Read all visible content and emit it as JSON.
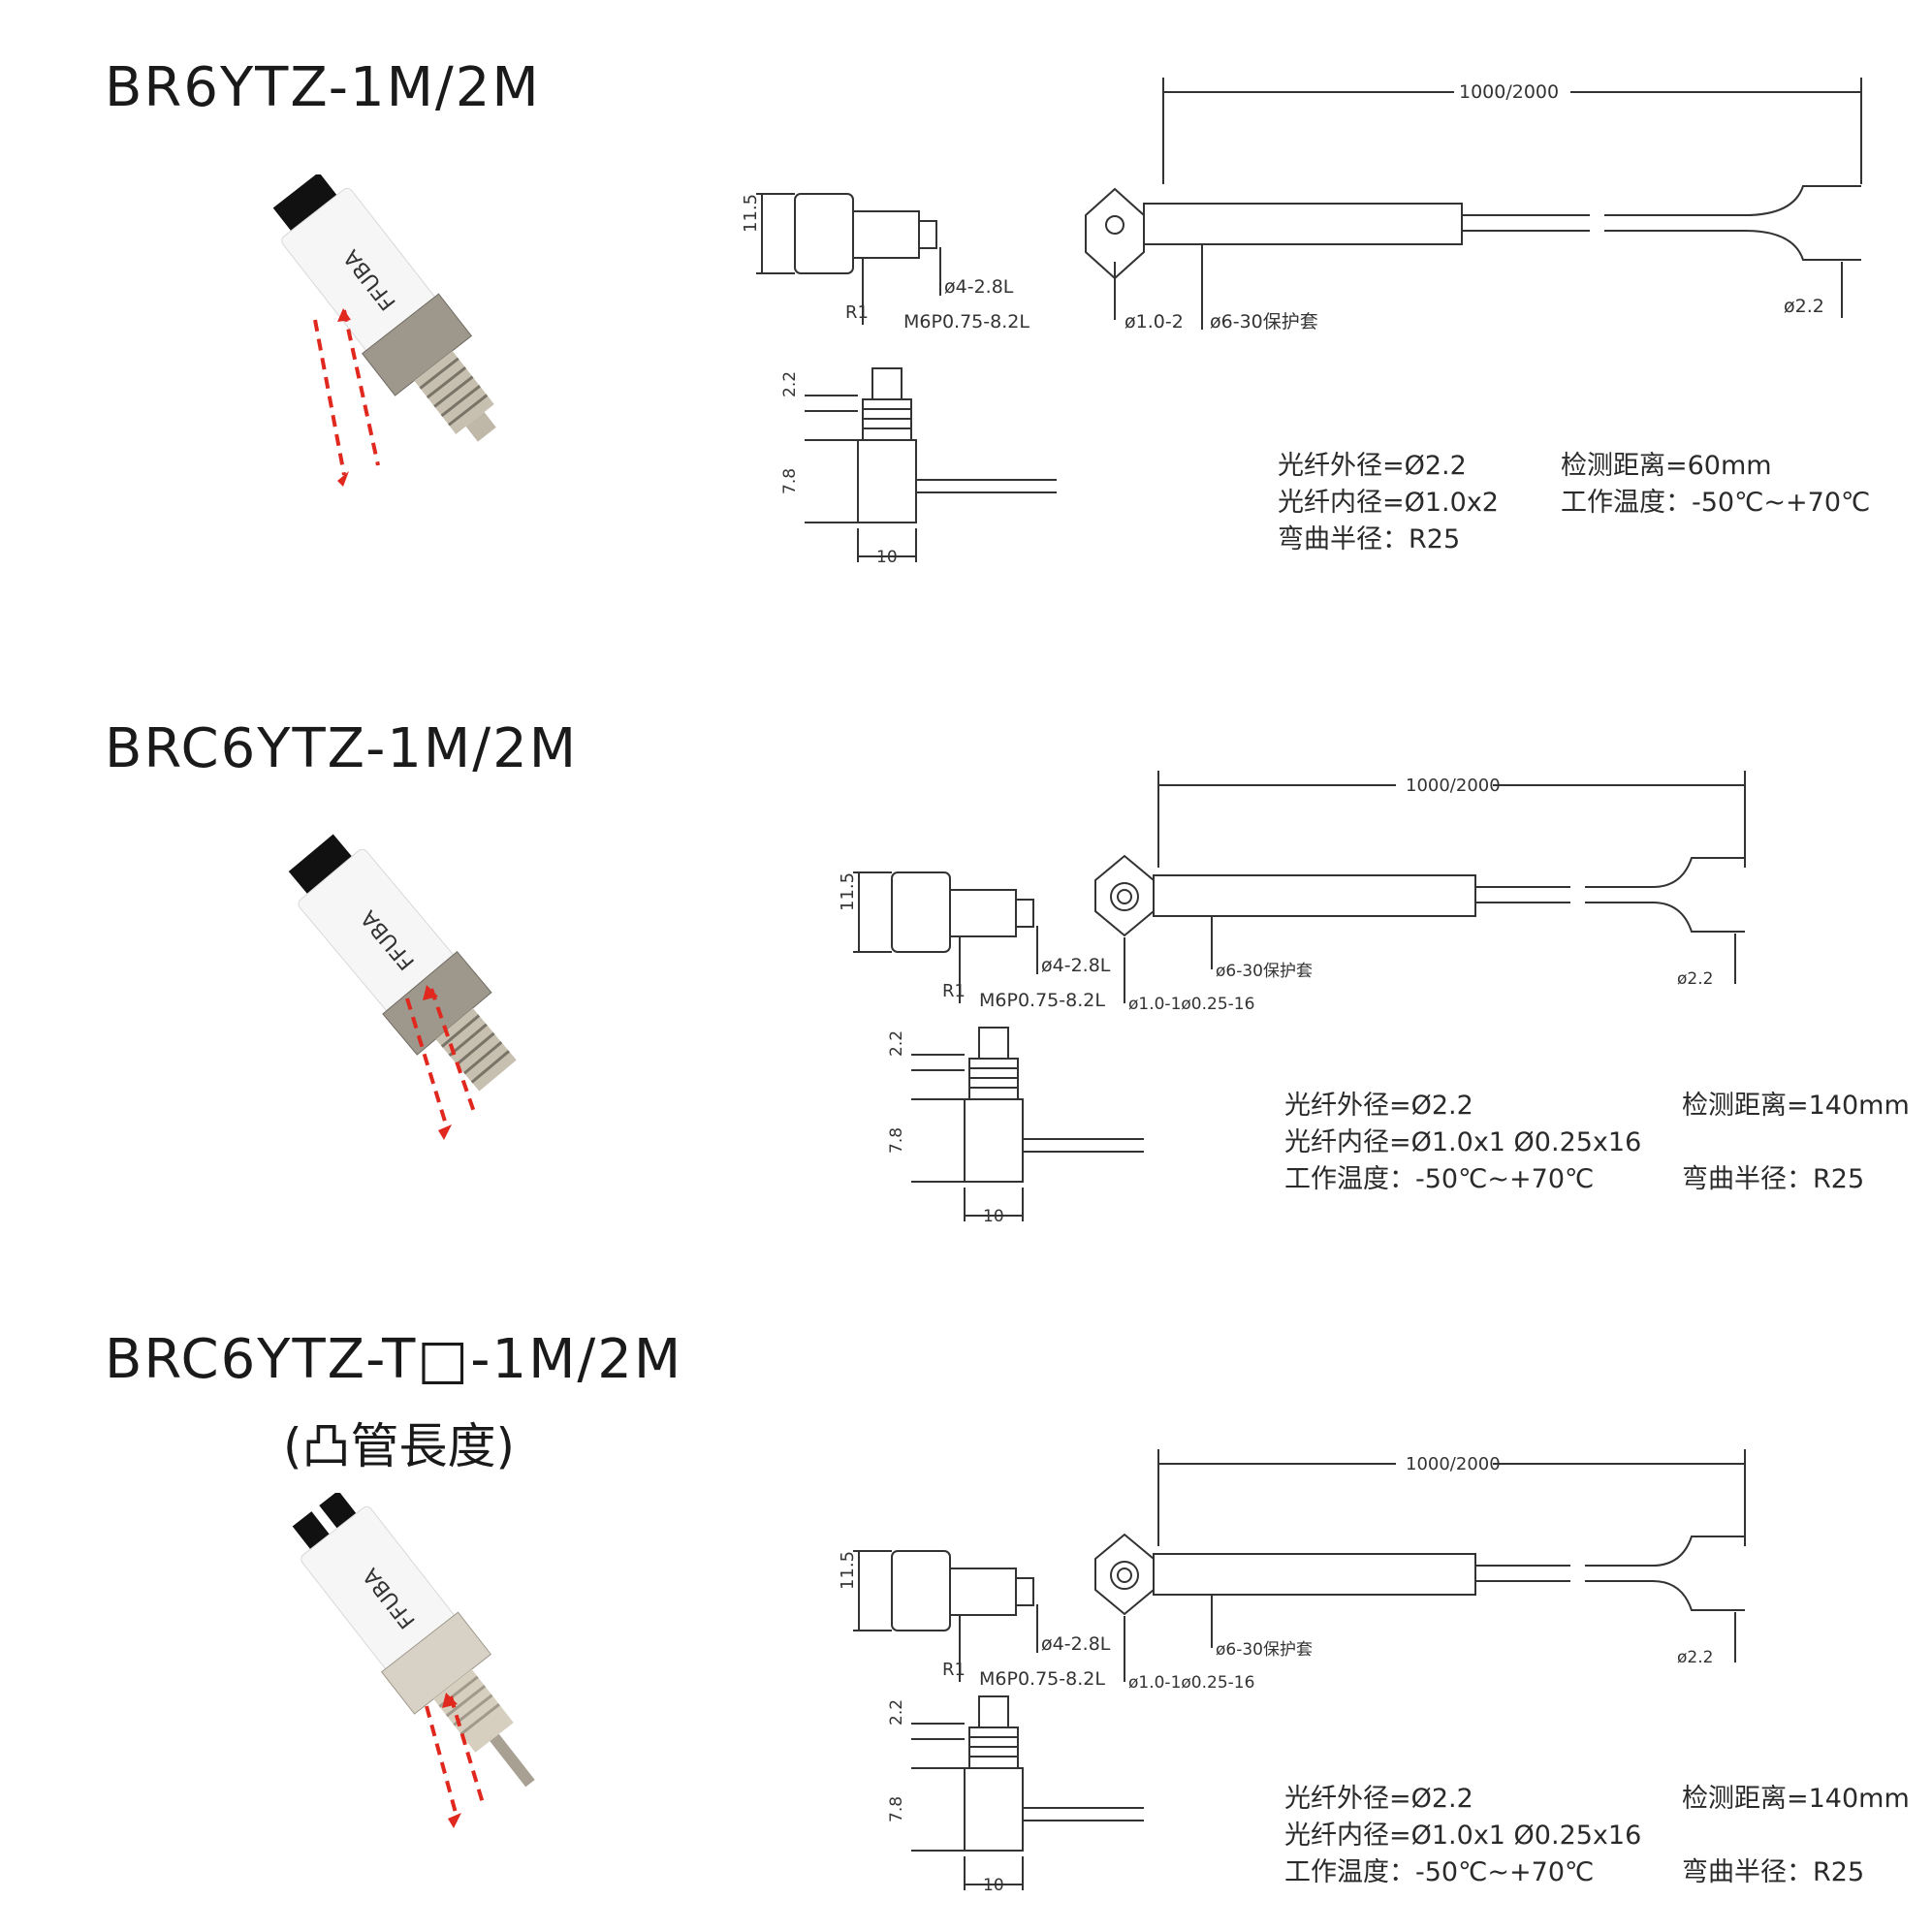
{
  "sections": [
    {
      "title": "BR6YTZ-1M/2M",
      "subtitle": "",
      "brand": "FFUBA",
      "top_view": {
        "height": "11.5",
        "dia_tip": "ø4-2.8L",
        "radius": "R1",
        "thread": "M6P0.75-8.2L"
      },
      "side_view": {
        "top": "2.2",
        "body": "7.8",
        "width": "10"
      },
      "cable": {
        "length": "1000/2000",
        "head_dia": "ø1.0-2",
        "sleeve": "ø6-30保护套",
        "fiber_dia": "ø2.2"
      },
      "specs_left": [
        "光纤外径=Ø2.2",
        "光纤内径=Ø1.0x2",
        "弯曲半径：R25"
      ],
      "specs_right": [
        "检测距离=60mm",
        "工作温度：-50℃~+70℃"
      ]
    },
    {
      "title": "BRC6YTZ-1M/2M",
      "subtitle": "",
      "brand": "FFUBA",
      "top_view": {
        "height": "11.5",
        "dia_tip": "ø4-2.8L",
        "radius": "R1",
        "thread": "M6P0.75-8.2L"
      },
      "side_view": {
        "top": "2.2",
        "body": "7.8",
        "width": "10"
      },
      "cable": {
        "length": "1000/2000",
        "head_dia": "ø1.0-1ø0.25-16",
        "sleeve": "ø6-30保护套",
        "fiber_dia": "ø2.2"
      },
      "specs_left": [
        "光纤外径=Ø2.2",
        "光纤内径=Ø1.0x1 Ø0.25x16",
        "工作温度：-50℃~+70℃"
      ],
      "specs_right": [
        "检测距离=140mm",
        "",
        "弯曲半径：R25"
      ]
    },
    {
      "title": "BRC6YTZ-T□-1M/2M",
      "subtitle": "(凸管長度)",
      "brand": "FFUBA",
      "top_view": {
        "height": "11.5",
        "dia_tip": "ø4-2.8L",
        "radius": "R1",
        "thread": "M6P0.75-8.2L"
      },
      "side_view": {
        "top": "2.2",
        "body": "7.8",
        "width": "10"
      },
      "cable": {
        "length": "1000/2000",
        "head_dia": "ø1.0-1ø0.25-16",
        "sleeve": "ø6-30保护套",
        "fiber_dia": "ø2.2"
      },
      "specs_left": [
        "光纤外径=Ø2.2",
        "光纤内径=Ø1.0x1 Ø0.25x16",
        "工作温度：-50℃~+70℃"
      ],
      "specs_right": [
        "检测距离=140mm",
        "",
        "弯曲半径：R25"
      ]
    }
  ],
  "colors": {
    "line": "#333333",
    "arrow": "#e0281e",
    "sleeve": "#f4f4f4",
    "metal": "#b9b3a6"
  }
}
